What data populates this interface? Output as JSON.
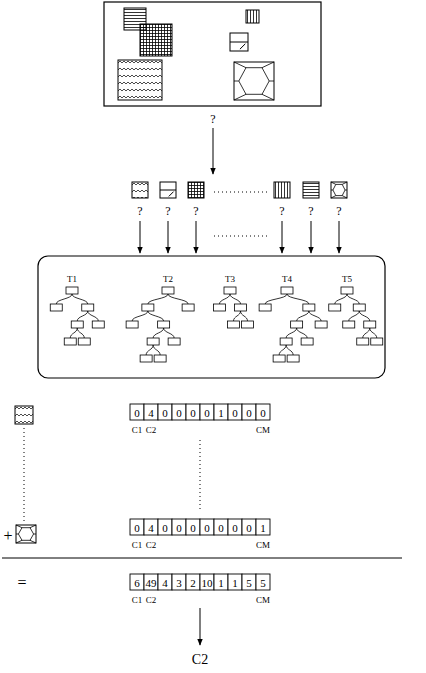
{
  "diagram": {
    "labels": [
      "?",
      "?",
      "?",
      "?",
      "?",
      "?",
      "?",
      "T1",
      "T2",
      "T3",
      "T4",
      "T5",
      "0",
      "4",
      "0",
      "0",
      "0",
      "0",
      "1",
      "0",
      "0",
      "0",
      "C1",
      "C2",
      "CM",
      "+",
      "0",
      "4",
      "0",
      "0",
      "0",
      "0",
      "0",
      "0",
      "0",
      "1",
      "C1",
      "C2",
      "CM",
      "=",
      "6",
      "49",
      "4",
      "3",
      "2",
      "10",
      "1",
      "1",
      "5",
      "5",
      "C1",
      "C2",
      "CM",
      "C2"
    ]
  }
}
